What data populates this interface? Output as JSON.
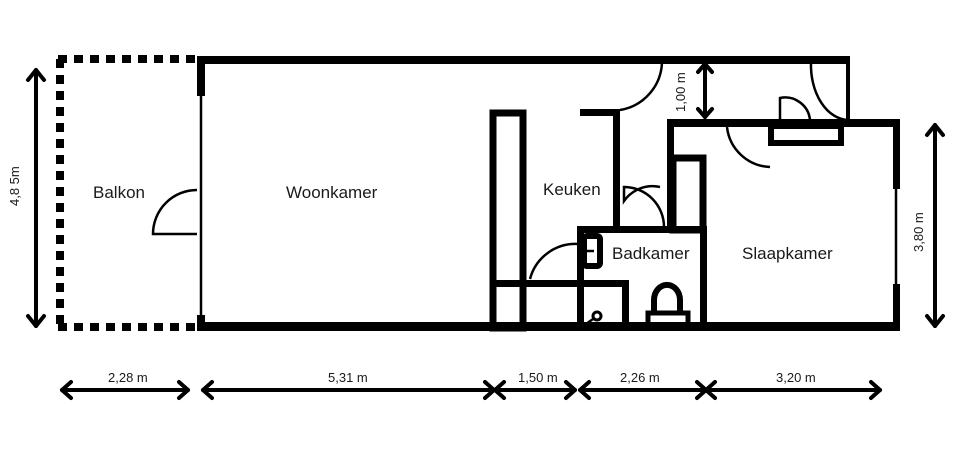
{
  "rooms": {
    "balkon": "Balkon",
    "woonkamer": "Woonkamer",
    "keuken": "Keuken",
    "badkamer": "Badkamer",
    "slaapkamer": "Slaapkamer"
  },
  "dimensions": {
    "horizontal": [
      "2,28 m",
      "5,31 m",
      "1,50 m",
      "2,26 m",
      "3,20 m"
    ],
    "balkon_height": "4,8 5m",
    "hallway_width": "1,00 m",
    "slaapkamer_height": "3,80 m"
  }
}
